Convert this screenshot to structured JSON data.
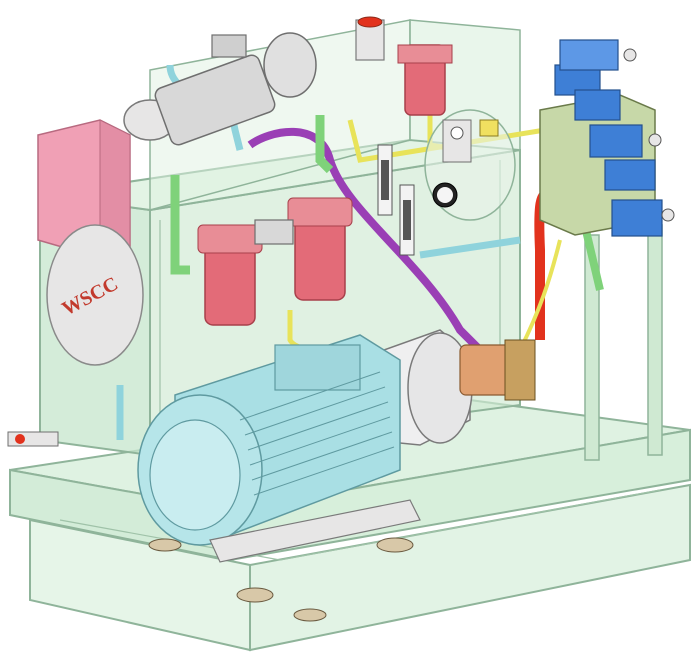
{
  "diagram": {
    "logo_text": "WSCC",
    "components": [
      "reservoir-tank",
      "frame-base",
      "main-electric-motor",
      "main-pump",
      "auxiliary-motor-pump",
      "return-filter",
      "pressure-filter-left",
      "pressure-filter-right",
      "solenoid-valve-manifold",
      "control-box",
      "cleanout-cover",
      "level-gauges",
      "pressure-gauge",
      "breather"
    ]
  },
  "colors": {
    "tank_fill": "#cfe9d2",
    "frame_stroke": "#8fb49a",
    "motor_body": "#a9dfe4",
    "filter": "#e36b78",
    "valve_blue": "#3e7fd6",
    "control_box": "#f0a0b5",
    "cover": "#e7e6e6",
    "pipe_purple": "#9a3fb5",
    "pipe_green": "#7fd27a",
    "pipe_yellow": "#e8e35a",
    "pipe_red": "#e2321d",
    "pipe_cyan": "#8fd3dc"
  }
}
